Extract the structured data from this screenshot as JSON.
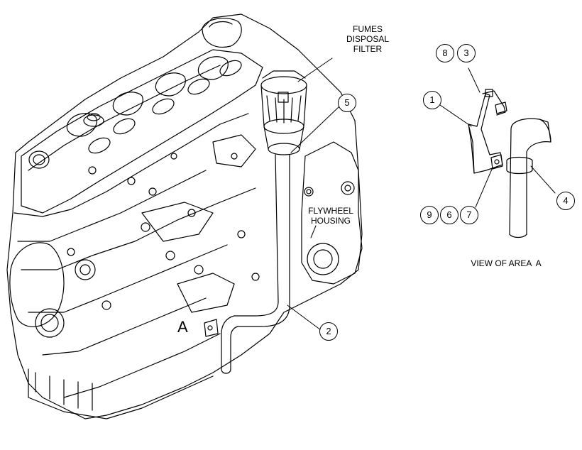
{
  "labels": {
    "fumes_filter": [
      "FUMES",
      "DISPOSAL",
      "FILTER"
    ],
    "flywheel_housing": [
      "FLYWHEEL",
      "HOUSING"
    ],
    "view_title": "VIEW OF AREA  A",
    "area_marker": "A"
  },
  "callouts": {
    "c1": "1",
    "c2": "2",
    "c3": "3",
    "c4": "4",
    "c5": "5",
    "c6": "6",
    "c7": "7",
    "c8": "8",
    "c9": "9"
  },
  "colors": {
    "ink": "#000000",
    "paper": "#ffffff"
  }
}
